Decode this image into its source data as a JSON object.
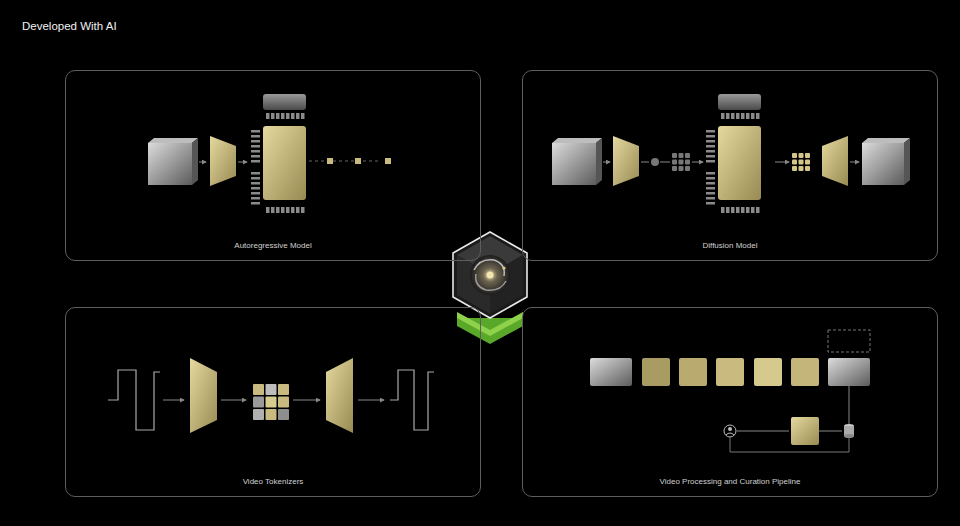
{
  "diagram": {
    "title": "Developed With AI",
    "nodes": [
      {
        "text": [
          "Autoregressive Model"
        ]
      },
      {
        "text": [
          "Diffusion Model"
        ]
      },
      {
        "text": [
          "Video Tokenizers"
        ]
      },
      {
        "text": [
          "Video Processing and Curation Pipeline"
        ]
      }
    ]
  }
}
